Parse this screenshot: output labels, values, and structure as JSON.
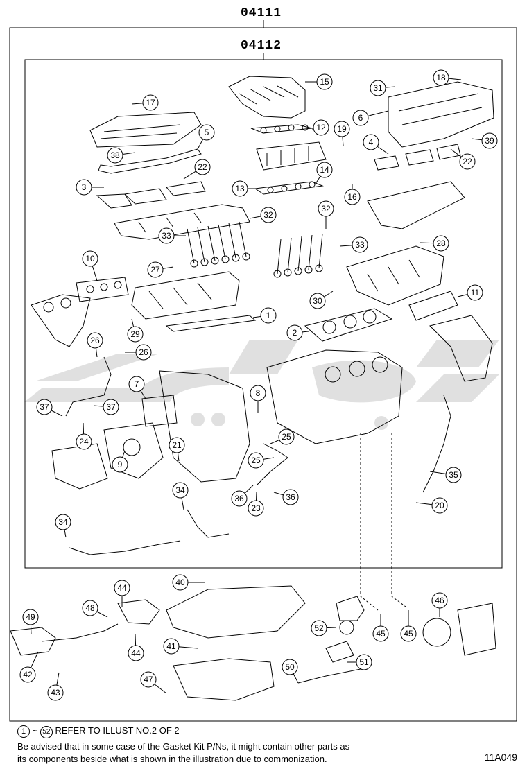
{
  "kits": {
    "outer_code": "04111",
    "inner_code": "04112"
  },
  "callouts": [
    {
      "id": "c1",
      "num": "1"
    },
    {
      "id": "c2",
      "num": "2"
    },
    {
      "id": "c3",
      "num": "3"
    },
    {
      "id": "c4",
      "num": "4"
    },
    {
      "id": "c5",
      "num": "5"
    },
    {
      "id": "c6",
      "num": "6"
    },
    {
      "id": "c7",
      "num": "7"
    },
    {
      "id": "c8",
      "num": "8"
    },
    {
      "id": "c9",
      "num": "9"
    },
    {
      "id": "c10",
      "num": "10"
    },
    {
      "id": "c11",
      "num": "11"
    },
    {
      "id": "c12",
      "num": "12"
    },
    {
      "id": "c13",
      "num": "13"
    },
    {
      "id": "c14",
      "num": "14"
    },
    {
      "id": "c15",
      "num": "15"
    },
    {
      "id": "c16",
      "num": "16"
    },
    {
      "id": "c17",
      "num": "17"
    },
    {
      "id": "c18",
      "num": "18"
    },
    {
      "id": "c19",
      "num": "19"
    },
    {
      "id": "c20",
      "num": "20"
    },
    {
      "id": "c21",
      "num": "21"
    },
    {
      "id": "c22a",
      "num": "22"
    },
    {
      "id": "c22b",
      "num": "22"
    },
    {
      "id": "c23",
      "num": "23"
    },
    {
      "id": "c24",
      "num": "24"
    },
    {
      "id": "c25a",
      "num": "25"
    },
    {
      "id": "c25b",
      "num": "25"
    },
    {
      "id": "c26a",
      "num": "26"
    },
    {
      "id": "c26b",
      "num": "26"
    },
    {
      "id": "c27",
      "num": "27"
    },
    {
      "id": "c28",
      "num": "28"
    },
    {
      "id": "c29",
      "num": "29"
    },
    {
      "id": "c30",
      "num": "30"
    },
    {
      "id": "c31",
      "num": "31"
    },
    {
      "id": "c32a",
      "num": "32"
    },
    {
      "id": "c32b",
      "num": "32"
    },
    {
      "id": "c33a",
      "num": "33"
    },
    {
      "id": "c33b",
      "num": "33"
    },
    {
      "id": "c34a",
      "num": "34"
    },
    {
      "id": "c34b",
      "num": "34"
    },
    {
      "id": "c35",
      "num": "35"
    },
    {
      "id": "c36a",
      "num": "36"
    },
    {
      "id": "c36b",
      "num": "36"
    },
    {
      "id": "c37a",
      "num": "37"
    },
    {
      "id": "c37b",
      "num": "37"
    },
    {
      "id": "c38",
      "num": "38"
    },
    {
      "id": "c39",
      "num": "39"
    },
    {
      "id": "c40",
      "num": "40"
    },
    {
      "id": "c41",
      "num": "41"
    },
    {
      "id": "c42",
      "num": "42"
    },
    {
      "id": "c43",
      "num": "43"
    },
    {
      "id": "c44a",
      "num": "44"
    },
    {
      "id": "c44b",
      "num": "44"
    },
    {
      "id": "c45a",
      "num": "45"
    },
    {
      "id": "c45b",
      "num": "45"
    },
    {
      "id": "c46",
      "num": "46"
    },
    {
      "id": "c47",
      "num": "47"
    },
    {
      "id": "c48",
      "num": "48"
    },
    {
      "id": "c49",
      "num": "49"
    },
    {
      "id": "c50",
      "num": "50"
    },
    {
      "id": "c51",
      "num": "51"
    },
    {
      "id": "c52",
      "num": "52"
    }
  ],
  "footer": {
    "range_start": "1",
    "range_sep": "~",
    "range_end": "52",
    "reference_note": "REFER TO ILLUST NO.2 OF 2",
    "advisory_line1": "Be advised that in some case of the Gasket Kit P/Ns,  it might contain other parts as",
    "advisory_line2": "its components beside what is shown in the illustration due to commonization."
  },
  "illustration_code": "11A049"
}
